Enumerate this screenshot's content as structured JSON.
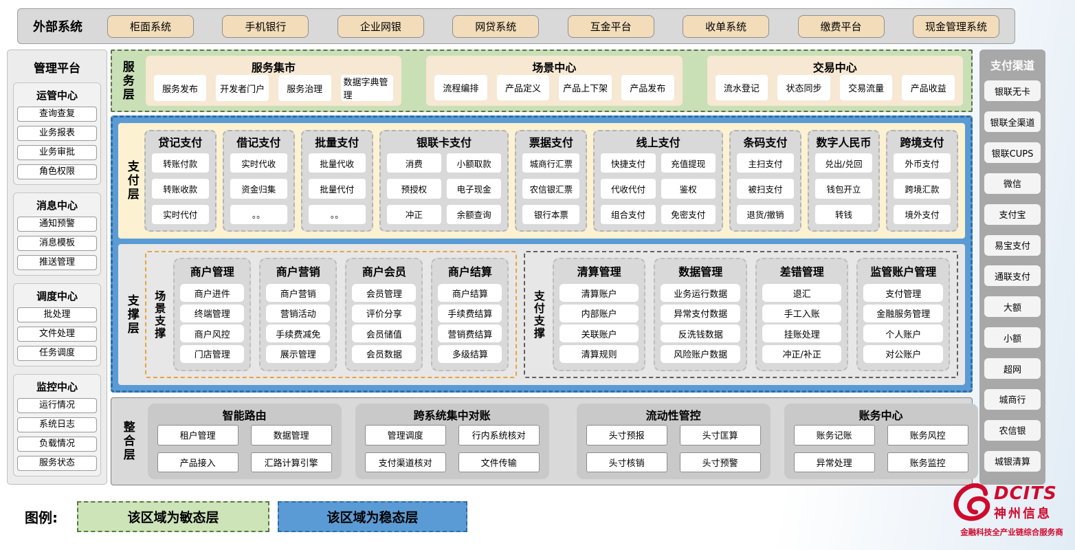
{
  "colors": {
    "agile_green": "#c9dfb6",
    "stable_blue": "#5b9bd5",
    "payment_cream": "#fcf2d1",
    "panel_gray": "#d9d9d9",
    "scene_accent_orange": "#e8a23c",
    "brand_red": "#cf0a2c"
  },
  "external_systems": {
    "label": "外部系统",
    "items": [
      "柜面系统",
      "手机银行",
      "企业网银",
      "网贷系统",
      "互金平台",
      "收单系统",
      "缴费平台",
      "现金管理系统"
    ]
  },
  "management_platform": {
    "title": "管理平台",
    "groups": [
      {
        "title": "运管中心",
        "items": [
          "查询查复",
          "业务报表",
          "业务审批",
          "角色权限"
        ]
      },
      {
        "title": "消息中心",
        "items": [
          "通知预警",
          "消息模板",
          "推送管理"
        ]
      },
      {
        "title": "调度中心",
        "items": [
          "批处理",
          "文件处理",
          "任务调度"
        ]
      },
      {
        "title": "监控中心",
        "items": [
          "运行情况",
          "系统日志",
          "负载情况",
          "服务状态"
        ]
      }
    ]
  },
  "service_layer": {
    "label": "服务层",
    "groups": [
      {
        "title": "服务集市",
        "items": [
          "服务发布",
          "开发者门户",
          "服务治理",
          "数据字典管理"
        ]
      },
      {
        "title": "场景中心",
        "items": [
          "流程编排",
          "产品定义",
          "产品上下架",
          "产品发布"
        ]
      },
      {
        "title": "交易中心",
        "items": [
          "流水登记",
          "状态同步",
          "交易流量",
          "产品收益"
        ]
      }
    ]
  },
  "payment_layer": {
    "label": "支付层",
    "groups": [
      {
        "title": "贷记支付",
        "items": [
          "转账付款",
          "转账收款",
          "实时代付"
        ]
      },
      {
        "title": "借记支付",
        "items": [
          "实时代收",
          "资金归集",
          "。。"
        ]
      },
      {
        "title": "批量支付",
        "items": [
          "批量代收",
          "批量代付",
          "。。"
        ]
      },
      {
        "title": "银联卡支付",
        "items": [
          "消费",
          "小额取款",
          "预授权",
          "电子现金",
          "冲正",
          "余额查询"
        ]
      },
      {
        "title": "票据支付",
        "items": [
          "城商行汇票",
          "农信银汇票",
          "银行本票"
        ]
      },
      {
        "title": "线上支付",
        "items": [
          "快捷支付",
          "充值提现",
          "代收代付",
          "鉴权",
          "组合支付",
          "免密支付"
        ]
      },
      {
        "title": "条码支付",
        "items": [
          "主扫支付",
          "被扫支付",
          "退货/撤销"
        ]
      },
      {
        "title": "数字人民币",
        "items": [
          "兑出/兑回",
          "钱包开立",
          "转钱"
        ]
      },
      {
        "title": "跨境支付",
        "items": [
          "外币支付",
          "跨境汇款",
          "境外支付"
        ]
      }
    ]
  },
  "support_layer": {
    "label": "支撑层",
    "sections": [
      {
        "label": "场景支撑",
        "groups": [
          {
            "title": "商户管理",
            "items": [
              "商户进件",
              "终端管理",
              "商户风控",
              "门店管理"
            ]
          },
          {
            "title": "商户营销",
            "items": [
              "商户营销",
              "营销活动",
              "手续费减免",
              "展示管理"
            ]
          },
          {
            "title": "商户会员",
            "items": [
              "会员管理",
              "评价分享",
              "会员储值",
              "会员数据"
            ]
          },
          {
            "title": "商户结算",
            "items": [
              "商户结算",
              "手续费结算",
              "营销费结算",
              "多级结算"
            ]
          }
        ]
      },
      {
        "label": "支付支撑",
        "groups": [
          {
            "title": "清算管理",
            "items": [
              "清算账户",
              "内部账户",
              "关联账户",
              "清算规则"
            ]
          },
          {
            "title": "数据管理",
            "items": [
              "业务运行数据",
              "异常支付数据",
              "反洗钱数据",
              "风险账户数据"
            ]
          },
          {
            "title": "差错管理",
            "items": [
              "退汇",
              "手工入账",
              "挂账处理",
              "冲正/补正"
            ]
          },
          {
            "title": "监管账户管理",
            "items": [
              "支付管理",
              "金融服务管理",
              "个人账户",
              "对公账户"
            ]
          }
        ]
      }
    ]
  },
  "integration_layer": {
    "label": "整合层",
    "groups": [
      {
        "title": "智能路由",
        "items": [
          "租户管理",
          "数据管理",
          "产品接入",
          "汇路计算引擎"
        ]
      },
      {
        "title": "跨系统集中对账",
        "items": [
          "管理调度",
          "行内系统核对",
          "支付渠道核对",
          "文件传输"
        ]
      },
      {
        "title": "流动性管控",
        "items": [
          "头寸预报",
          "头寸匡算",
          "头寸核销",
          "头寸预警"
        ]
      },
      {
        "title": "账务中心",
        "items": [
          "账务记账",
          "账务风控",
          "异常处理",
          "账务监控"
        ]
      }
    ]
  },
  "payment_channels": {
    "title": "支付渠道",
    "items": [
      "银联无卡",
      "银联全渠道",
      "银联CUPS",
      "微信",
      "支付宝",
      "易宝支付",
      "通联支付",
      "大额",
      "小额",
      "超网",
      "城商行",
      "农信银",
      "城银清算"
    ]
  },
  "legend": {
    "label": "图例:",
    "agile": "该区域为敏态层",
    "stable": "该区域为稳态层"
  },
  "logo": {
    "brand": "DCITS",
    "company": "神州信息",
    "tagline": "金融科技全产业链综合服务商"
  }
}
